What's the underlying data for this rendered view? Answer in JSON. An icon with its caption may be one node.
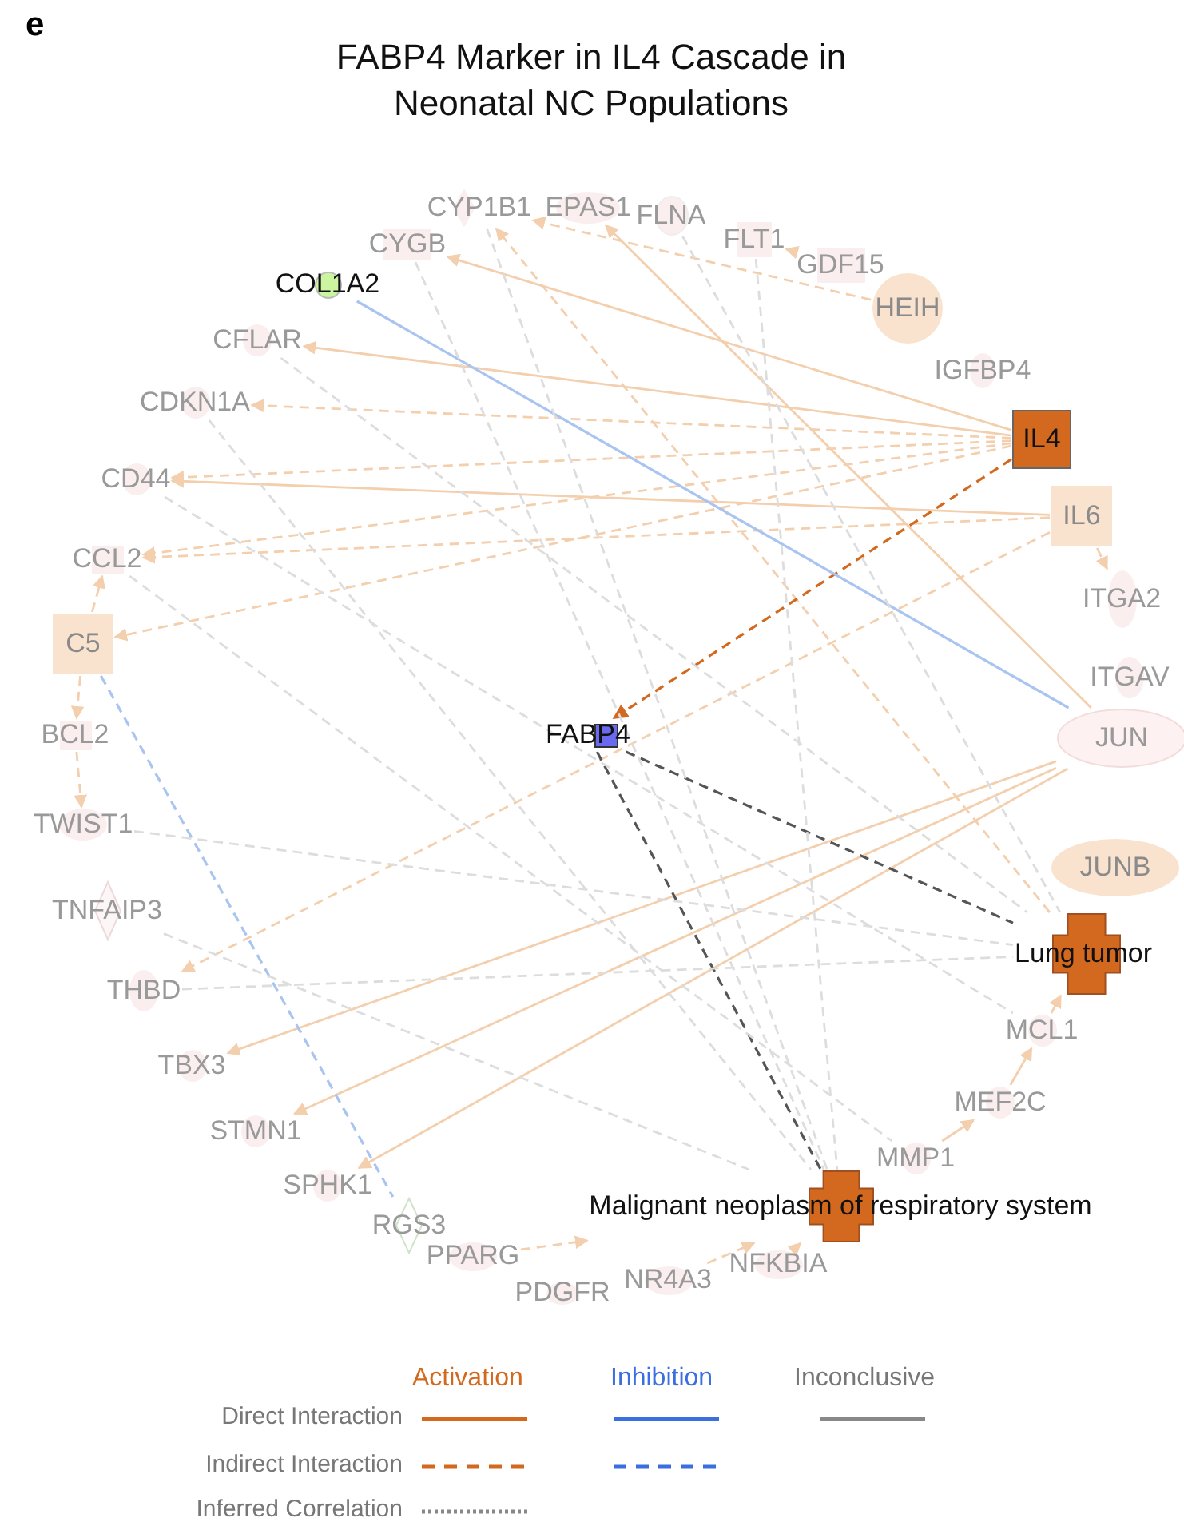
{
  "diagram": {
    "title": "FABP4 Marker in IL4 Cascade in Neonatal NC Populations",
    "nodes": [
      {
        "text": [
          "FABP4"
        ]
      },
      {
        "text": [
          "COL1A2"
        ]
      },
      {
        "text": [
          "CYGB"
        ]
      },
      {
        "text": [
          "CYP1B1"
        ]
      },
      {
        "text": [
          "EPAS1"
        ]
      },
      {
        "text": [
          "FLNA"
        ]
      },
      {
        "text": [
          "FLT1"
        ]
      },
      {
        "text": [
          "GDF15"
        ]
      },
      {
        "text": [
          "HEIH"
        ]
      },
      {
        "text": [
          "IGFBP4"
        ]
      },
      {
        "text": [
          "IL4"
        ]
      },
      {
        "text": [
          "IL6"
        ]
      },
      {
        "text": [
          "ITGA2"
        ]
      },
      {
        "text": [
          "ITGAV"
        ]
      },
      {
        "text": [
          "JUN"
        ]
      },
      {
        "text": [
          "JUNB"
        ]
      },
      {
        "text": [
          "Lung tumor"
        ]
      },
      {
        "text": [
          "MCL1"
        ]
      },
      {
        "text": [
          "MEF2C"
        ]
      },
      {
        "text": [
          "MMP1"
        ]
      },
      {
        "text": [
          "Malignant neoplasm of respiratory system"
        ]
      },
      {
        "text": [
          "NFKBIA"
        ]
      },
      {
        "text": [
          "NR4A3"
        ]
      },
      {
        "text": [
          "PDGFR"
        ]
      },
      {
        "text": [
          "PPARG"
        ]
      },
      {
        "text": [
          "RGS3"
        ]
      },
      {
        "text": [
          "SPHK1"
        ]
      },
      {
        "text": [
          "STMN1"
        ]
      },
      {
        "text": [
          "TBX3"
        ]
      },
      {
        "text": [
          "THBD"
        ]
      },
      {
        "text": [
          "TNFAIP3"
        ]
      },
      {
        "text": [
          "TWIST1"
        ]
      },
      {
        "text": [
          "BCL2"
        ]
      },
      {
        "text": [
          "C5"
        ]
      },
      {
        "text": [
          "CCL2"
        ]
      },
      {
        "text": [
          "CD44"
        ]
      },
      {
        "text": [
          "CDKN1A"
        ]
      },
      {
        "text": [
          "CFLAR"
        ]
      }
    ],
    "edges": [
      {
        "from": 10,
        "to": 0,
        "arrow": "to",
        "style": "dashed",
        "color": "#d2691e"
      },
      {
        "from": 0,
        "to": 16,
        "arrow": "none",
        "style": "dashed",
        "color": "#555555"
      },
      {
        "from": 0,
        "to": 20,
        "arrow": "none",
        "style": "dashed",
        "color": "#555555"
      },
      {
        "from": 1,
        "to": 14,
        "arrow": "none",
        "color": "#a9c4f0"
      },
      {
        "from": 33,
        "to": 25,
        "arrow": "none",
        "style": "dashed",
        "color": "#a9c4f0"
      },
      {
        "from": 10,
        "to": 2,
        "arrow": "to"
      },
      {
        "from": 10,
        "to": 35,
        "arrow": "to",
        "style": "dashed"
      },
      {
        "from": 10,
        "to": 34,
        "arrow": "to",
        "style": "dashed"
      },
      {
        "from": 10,
        "to": 33,
        "arrow": "to",
        "style": "dashed"
      },
      {
        "from": 10,
        "to": 36,
        "arrow": "to",
        "style": "dashed"
      },
      {
        "from": 10,
        "to": 37,
        "arrow": "to"
      },
      {
        "from": 11,
        "to": 35,
        "arrow": "to"
      },
      {
        "from": 11,
        "to": 34,
        "arrow": "to",
        "style": "dashed"
      },
      {
        "from": 11,
        "to": 29,
        "arrow": "to",
        "style": "dashed"
      },
      {
        "from": 11,
        "to": 12,
        "arrow": "to",
        "style": "dashed"
      },
      {
        "from": 14,
        "to": 28,
        "arrow": "to"
      },
      {
        "from": 14,
        "to": 27,
        "arrow": "to"
      },
      {
        "from": 14,
        "to": 26,
        "arrow": "to"
      },
      {
        "from": 14,
        "to": 4,
        "arrow": "to"
      },
      {
        "from": 33,
        "to": 34,
        "arrow": "to",
        "style": "dashed"
      },
      {
        "from": 33,
        "to": 32,
        "arrow": "to",
        "style": "dashed"
      },
      {
        "from": 32,
        "to": 31,
        "arrow": "to",
        "style": "dashed"
      },
      {
        "from": 17,
        "to": 16,
        "arrow": "to"
      },
      {
        "from": 18,
        "to": 17,
        "arrow": "to"
      },
      {
        "from": 19,
        "to": 18,
        "arrow": "to"
      },
      {
        "from": 21,
        "to": 20,
        "arrow": "to"
      },
      {
        "from": 22,
        "to": 20,
        "arrow": "to",
        "style": "dashed"
      },
      {
        "from": 24,
        "to": 20,
        "arrow": "to",
        "style": "dashed"
      },
      {
        "from": 7,
        "to": 6,
        "arrow": "to",
        "style": "dashed"
      },
      {
        "from": 8,
        "to": 3,
        "arrow": "to",
        "style": "dashed"
      },
      {
        "from": 16,
        "to": 3,
        "arrow": "to",
        "style": "dashed"
      },
      {
        "from": 2,
        "to": 20,
        "arrow": "none",
        "style": "dashed",
        "color": "#dddddd"
      },
      {
        "from": 3,
        "to": 20,
        "arrow": "none",
        "style": "dashed",
        "color": "#dddddd"
      },
      {
        "from": 5,
        "to": 16,
        "arrow": "none",
        "style": "dashed",
        "color": "#dddddd"
      },
      {
        "from": 6,
        "to": 20,
        "arrow": "none",
        "style": "dashed",
        "color": "#dddddd"
      },
      {
        "from": 37,
        "to": 16,
        "arrow": "none",
        "style": "dashed",
        "color": "#dddddd"
      },
      {
        "from": 36,
        "to": 20,
        "arrow": "none",
        "style": "dashed",
        "color": "#dddddd"
      },
      {
        "from": 31,
        "to": 16,
        "arrow": "none",
        "style": "dashed",
        "color": "#dddddd"
      },
      {
        "from": 30,
        "to": 20,
        "arrow": "none",
        "style": "dashed",
        "color": "#dddddd"
      },
      {
        "from": 29,
        "to": 16,
        "arrow": "none",
        "style": "dashed",
        "color": "#dddddd"
      },
      {
        "from": 34,
        "to": 19,
        "arrow": "none",
        "style": "dashed",
        "color": "#dddddd"
      },
      {
        "from": 35,
        "to": 17,
        "arrow": "none",
        "style": "dashed",
        "color": "#dddddd"
      }
    ],
    "labels": [
      "e",
      "Activation",
      "Inhibition",
      "Inconclusive"
    ],
    "legend": [
      {
        "text": "Direct Interaction"
      },
      {
        "text": "Indirect Interaction"
      },
      {
        "text": "Inferred Correlation"
      }
    ]
  }
}
